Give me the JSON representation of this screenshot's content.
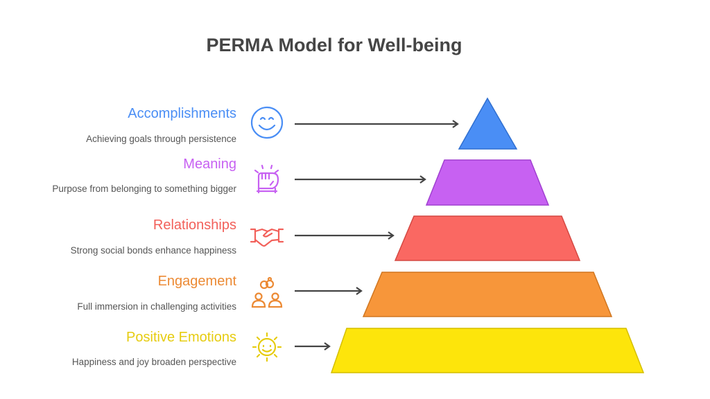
{
  "title": "PERMA Model for Well-being",
  "levels": [
    {
      "label": "Accomplishments",
      "description": "Achieving goals through persistence",
      "icon": "smiley-face-icon",
      "color": "#4a8ef5"
    },
    {
      "label": "Meaning",
      "description": "Purpose from belonging to something bigger",
      "icon": "raised-fist-icon",
      "color": "#c761f2"
    },
    {
      "label": "Relationships",
      "description": "Strong social bonds enhance happiness",
      "icon": "handshake-icon",
      "color": "#f2605a"
    },
    {
      "label": "Engagement",
      "description": "Full immersion in challenging activities",
      "icon": "people-rings-icon",
      "color": "#ec8a34"
    },
    {
      "label": "Positive Emotions",
      "description": "Happiness and joy broaden perspective",
      "icon": "smiling-sun-icon",
      "color": "#e6cc10"
    }
  ]
}
